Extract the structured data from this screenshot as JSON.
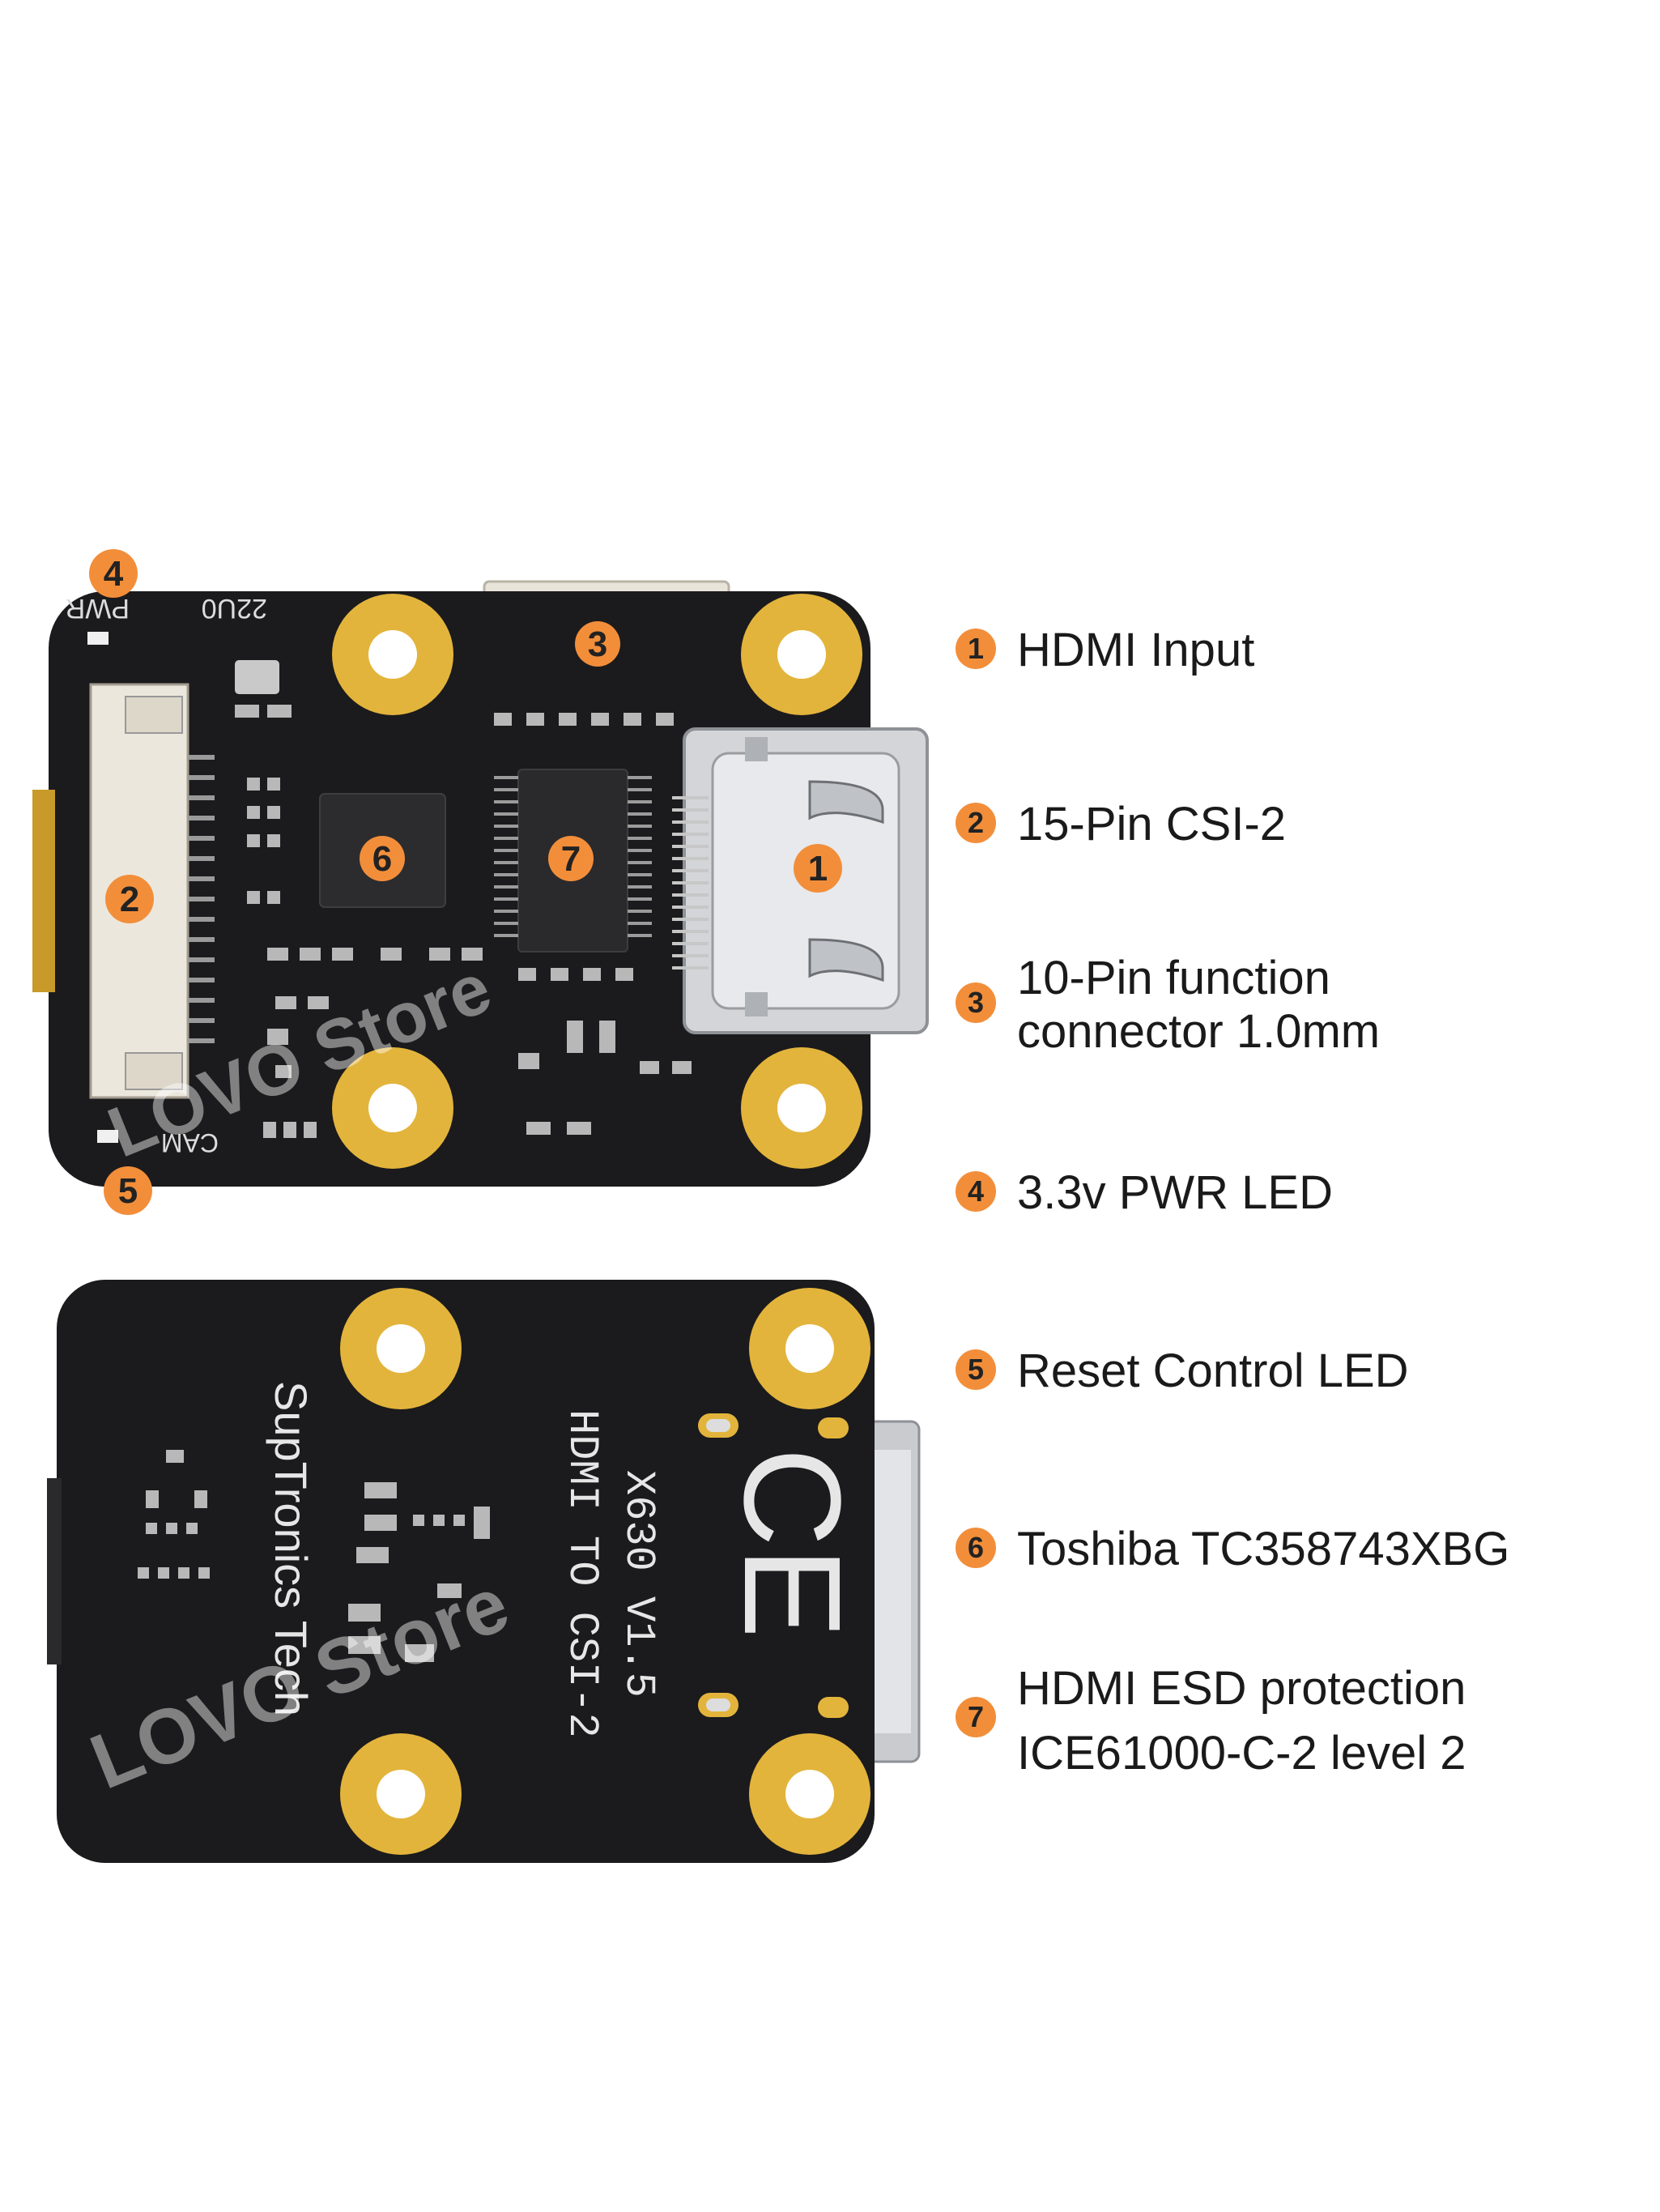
{
  "callouts": {
    "c1": "1",
    "c2": "2",
    "c3": "3",
    "c4": "4",
    "c5": "5",
    "c6": "6",
    "c7": "7"
  },
  "legend": [
    {
      "num": "1",
      "lines": [
        "HDMI Input"
      ]
    },
    {
      "num": "2",
      "lines": [
        "15-Pin CSI-2"
      ]
    },
    {
      "num": "3",
      "lines": [
        "10-Pin function",
        "connector 1.0mm"
      ]
    },
    {
      "num": "4",
      "lines": [
        "3.3v PWR LED"
      ]
    },
    {
      "num": "5",
      "lines": [
        "Reset Control LED"
      ]
    },
    {
      "num": "6",
      "lines": [
        "Toshiba TC358743XBG"
      ]
    },
    {
      "num": "7",
      "lines": [
        "HDMI ESD protection",
        "ICE61000-C-2 level 2"
      ]
    }
  ],
  "silkscreen": {
    "pwr": "PWR",
    "cam": "CAM",
    "code": "22U0",
    "brand": "SupTronics Tech",
    "model": "X630 V1.5",
    "product": "HDMI TO CSI-2",
    "ce": "CE"
  },
  "watermark": "LOVO Store",
  "colors": {
    "pcb": "#1b1b1d",
    "pad": "#e3b43c",
    "badge": "#f28e3a",
    "text": "#1a1a1a"
  }
}
